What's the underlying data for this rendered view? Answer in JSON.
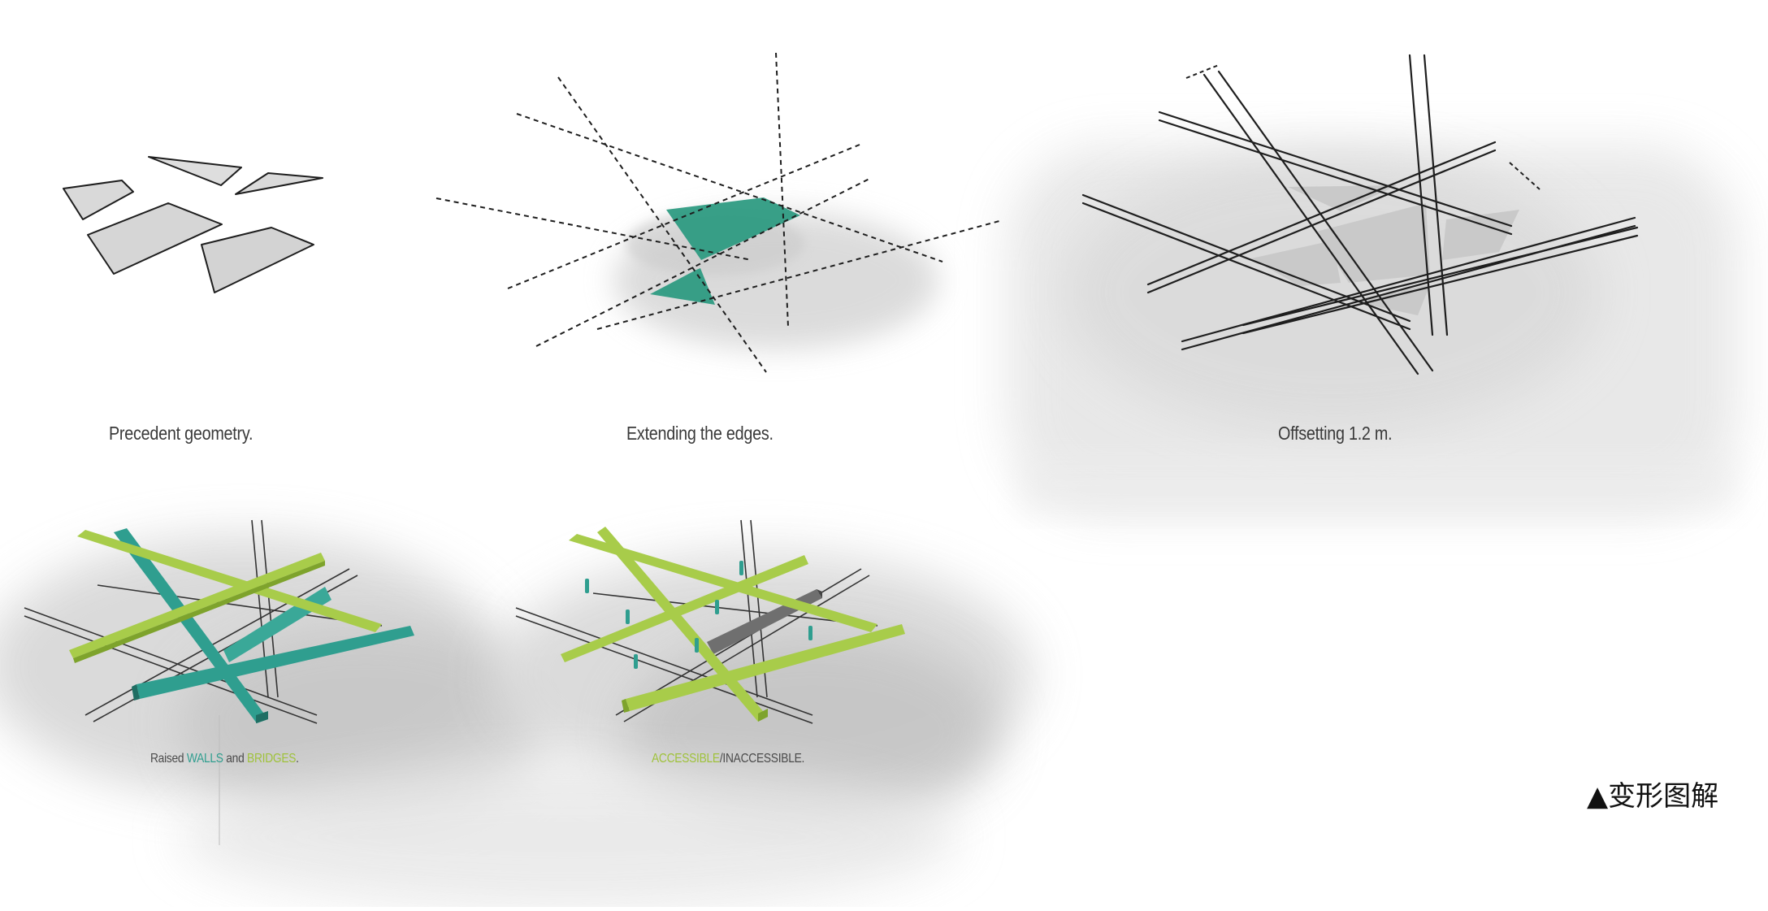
{
  "panels": {
    "precedent": {
      "caption": "Precedent geometry."
    },
    "extending": {
      "caption": "Extending the edges."
    },
    "offsetting": {
      "caption": "Offsetting 1.2 m."
    },
    "raised": {
      "caption_parts": [
        "Raised ",
        "WALLS",
        " and ",
        "BRIDGES",
        "."
      ]
    },
    "access": {
      "caption_parts": [
        "ACCESSIBLE",
        "/",
        "INACCESSIBLE."
      ]
    }
  },
  "tag": {
    "marker": "▲",
    "text": "变形图解"
  },
  "colors": {
    "teal": "#2f9e8f",
    "teal_fill": "#2e9b82",
    "lime": "#a8cc4a",
    "lime_dark": "#7ea32c",
    "wash": "#cfcfcf",
    "ink": "#1e1e1e"
  }
}
